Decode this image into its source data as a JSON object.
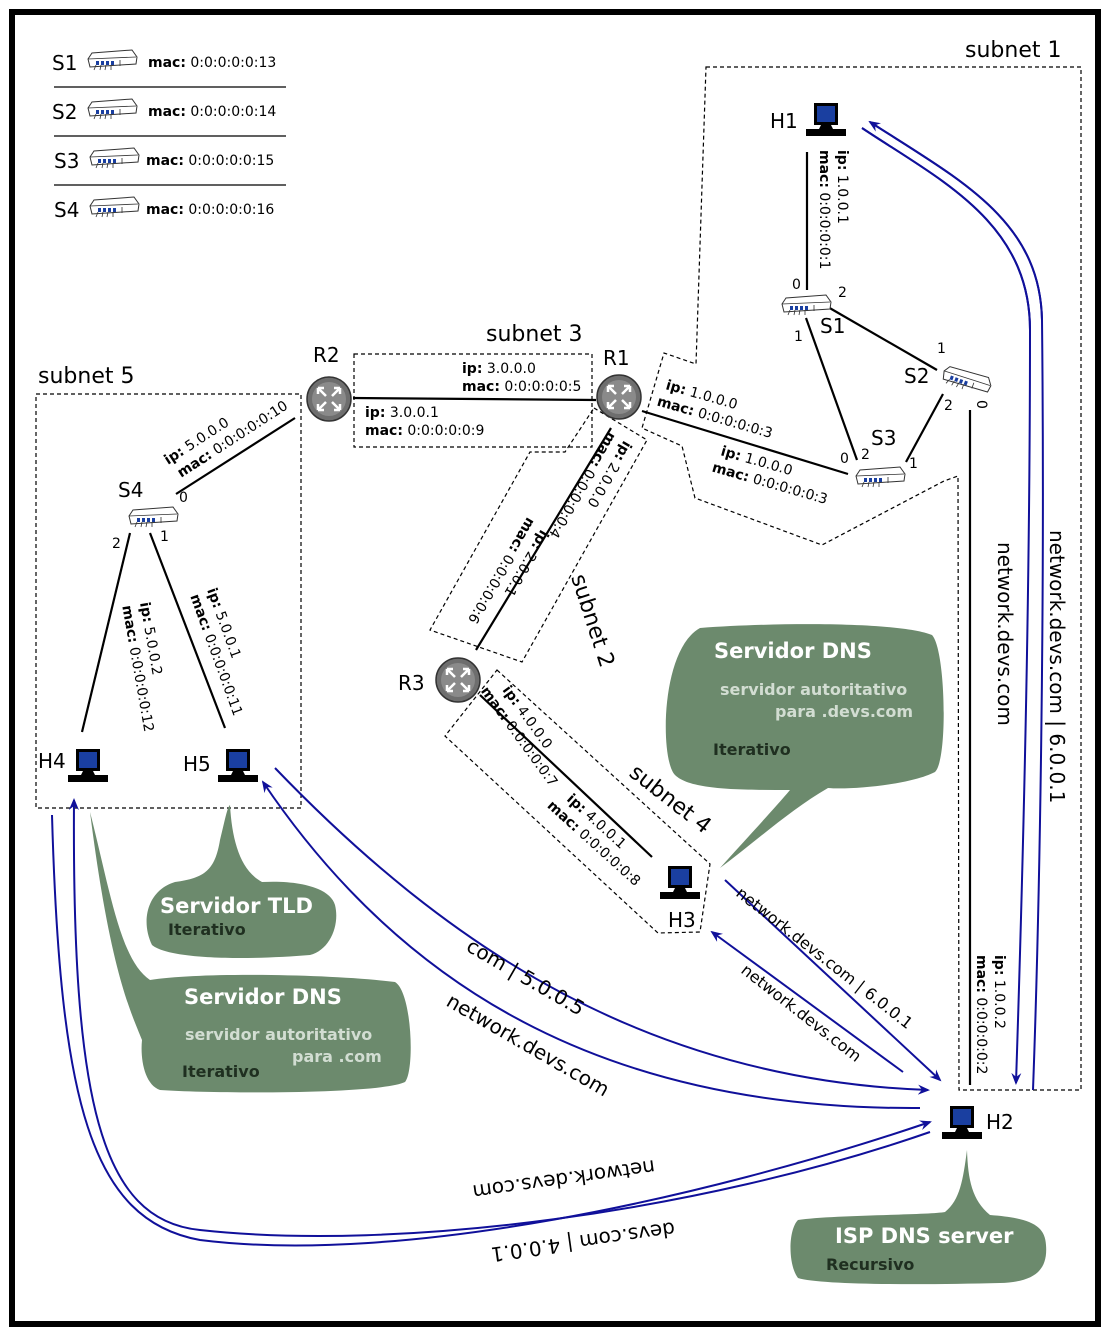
{
  "subnets": {
    "s1": "subnet 1",
    "s2": "subnet 2",
    "s3": "subnet 3",
    "s4": "subnet 4",
    "s5": "subnet 5"
  },
  "legend": [
    {
      "name": "S1",
      "mac_label": "mac:",
      "mac": "0:0:0:0:0:13"
    },
    {
      "name": "S2",
      "mac_label": "mac:",
      "mac": "0:0:0:0:0:14"
    },
    {
      "name": "S3",
      "mac_label": "mac:",
      "mac": "0:0:0:0:0:15"
    },
    {
      "name": "S4",
      "mac_label": "mac:",
      "mac": "0:0:0:0:0:16"
    }
  ],
  "devices": {
    "h1": "H1",
    "h2": "H2",
    "h3": "H3",
    "h4": "H4",
    "h5": "H5",
    "r1": "R1",
    "r2": "R2",
    "r3": "R3",
    "s1": "S1",
    "s2": "S2",
    "s3": "S3",
    "s4": "S4"
  },
  "ports": {
    "s1_0": "0",
    "s1_1": "1",
    "s1_2": "2",
    "s2_0": "0",
    "s2_1": "1",
    "s2_2": "2",
    "s3_0": "0",
    "s3_1": "1",
    "s3_2": "2",
    "s4_0": "0",
    "s4_1": "1",
    "s4_2": "2"
  },
  "labels": {
    "ip": "ip:",
    "mac": "mac:"
  },
  "interfaces": {
    "h1": {
      "ip": "1.0.0.1",
      "mac": "0:0:0:0:0:1"
    },
    "h2": {
      "ip": "1.0.0.2",
      "mac": "0:0:0:0:0:2"
    },
    "r1_s3": {
      "ip": "1.0.0.0",
      "mac": "0:0:0:0:0:3"
    },
    "r1_s3b": {
      "ip": "1.0.0.0",
      "mac": "0:0:0:0:0:3"
    },
    "r1_r2": {
      "ip": "3.0.0.0",
      "mac": "0:0:0:0:0:5"
    },
    "r2_r1": {
      "ip": "3.0.0.1",
      "mac": "0:0:0:0:0:9"
    },
    "r1_r3": {
      "ip": "2.0.0.0",
      "mac": "0:0:0:0:0:4"
    },
    "r3_r1": {
      "ip": "2.0.0.1",
      "mac": "0:0:0:0:0:6"
    },
    "r3_h3": {
      "ip": "4.0.0.0",
      "mac": "0:0:0:0:0:7"
    },
    "h3": {
      "ip": "4.0.0.1",
      "mac": "0:0:0:0:0:8"
    },
    "r2_s4": {
      "ip": "5.0.0.0",
      "mac": "0:0:0:0:0:10"
    },
    "h5": {
      "ip": "5.0.0.1",
      "mac": "0:0:0:0:0:11"
    },
    "h4": {
      "ip": "5.0.0.2",
      "mac": "0:0:0:0:0:12"
    }
  },
  "flows": {
    "h2_h1_query": "network.devs.com",
    "h1_h2_reply": "network.devs.com | 6.0.0.1",
    "h2_h3_query": "network.devs.com",
    "h3_h2_reply": "network.devs.com | 6.0.0.1",
    "h2_h5_query": "network.devs.com",
    "h5_h2_reply": "com | 5.0.0.5",
    "h2_h4_query": "network.devs.com",
    "h4_h2_reply": "devs.com | 4.0.0.1"
  },
  "callouts": {
    "h3": {
      "title": "Servidor DNS",
      "sub1": "servidor autoritativo",
      "sub2": "para .devs.com",
      "mode": "Iterativo"
    },
    "h5": {
      "title": "Servidor TLD",
      "mode": "Iterativo"
    },
    "h4": {
      "title": "Servidor DNS",
      "sub1": "servidor autoritativo",
      "sub2": "para .com",
      "mode": "Iterativo"
    },
    "h2": {
      "title": "ISP DNS server",
      "mode": "Recursivo"
    }
  },
  "colors": {
    "arrow": "#10109a",
    "callout": "#6c8a6d",
    "host_screen": "#1a3fa0",
    "router": "#6e6e6e"
  }
}
